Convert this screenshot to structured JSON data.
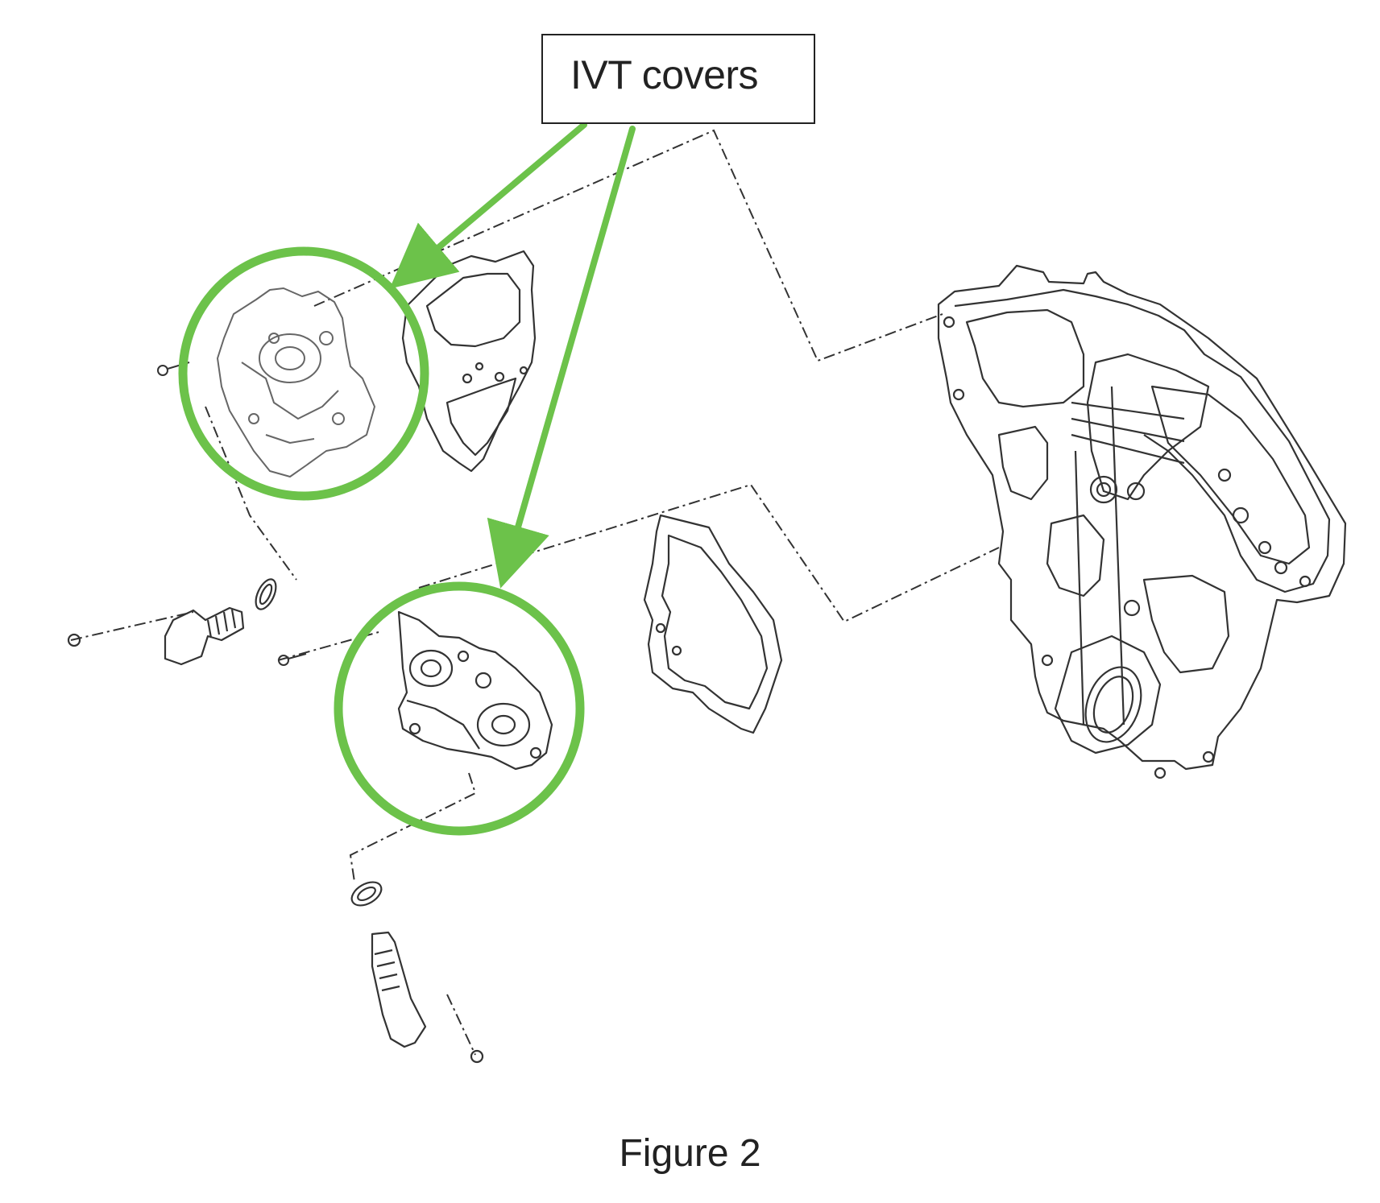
{
  "callout": {
    "label": "IVT covers"
  },
  "caption": "Figure 2",
  "colors": {
    "highlight": "#6cc24a",
    "line": "#333333"
  },
  "icons": [
    "arrow-icon",
    "highlight-circle"
  ]
}
